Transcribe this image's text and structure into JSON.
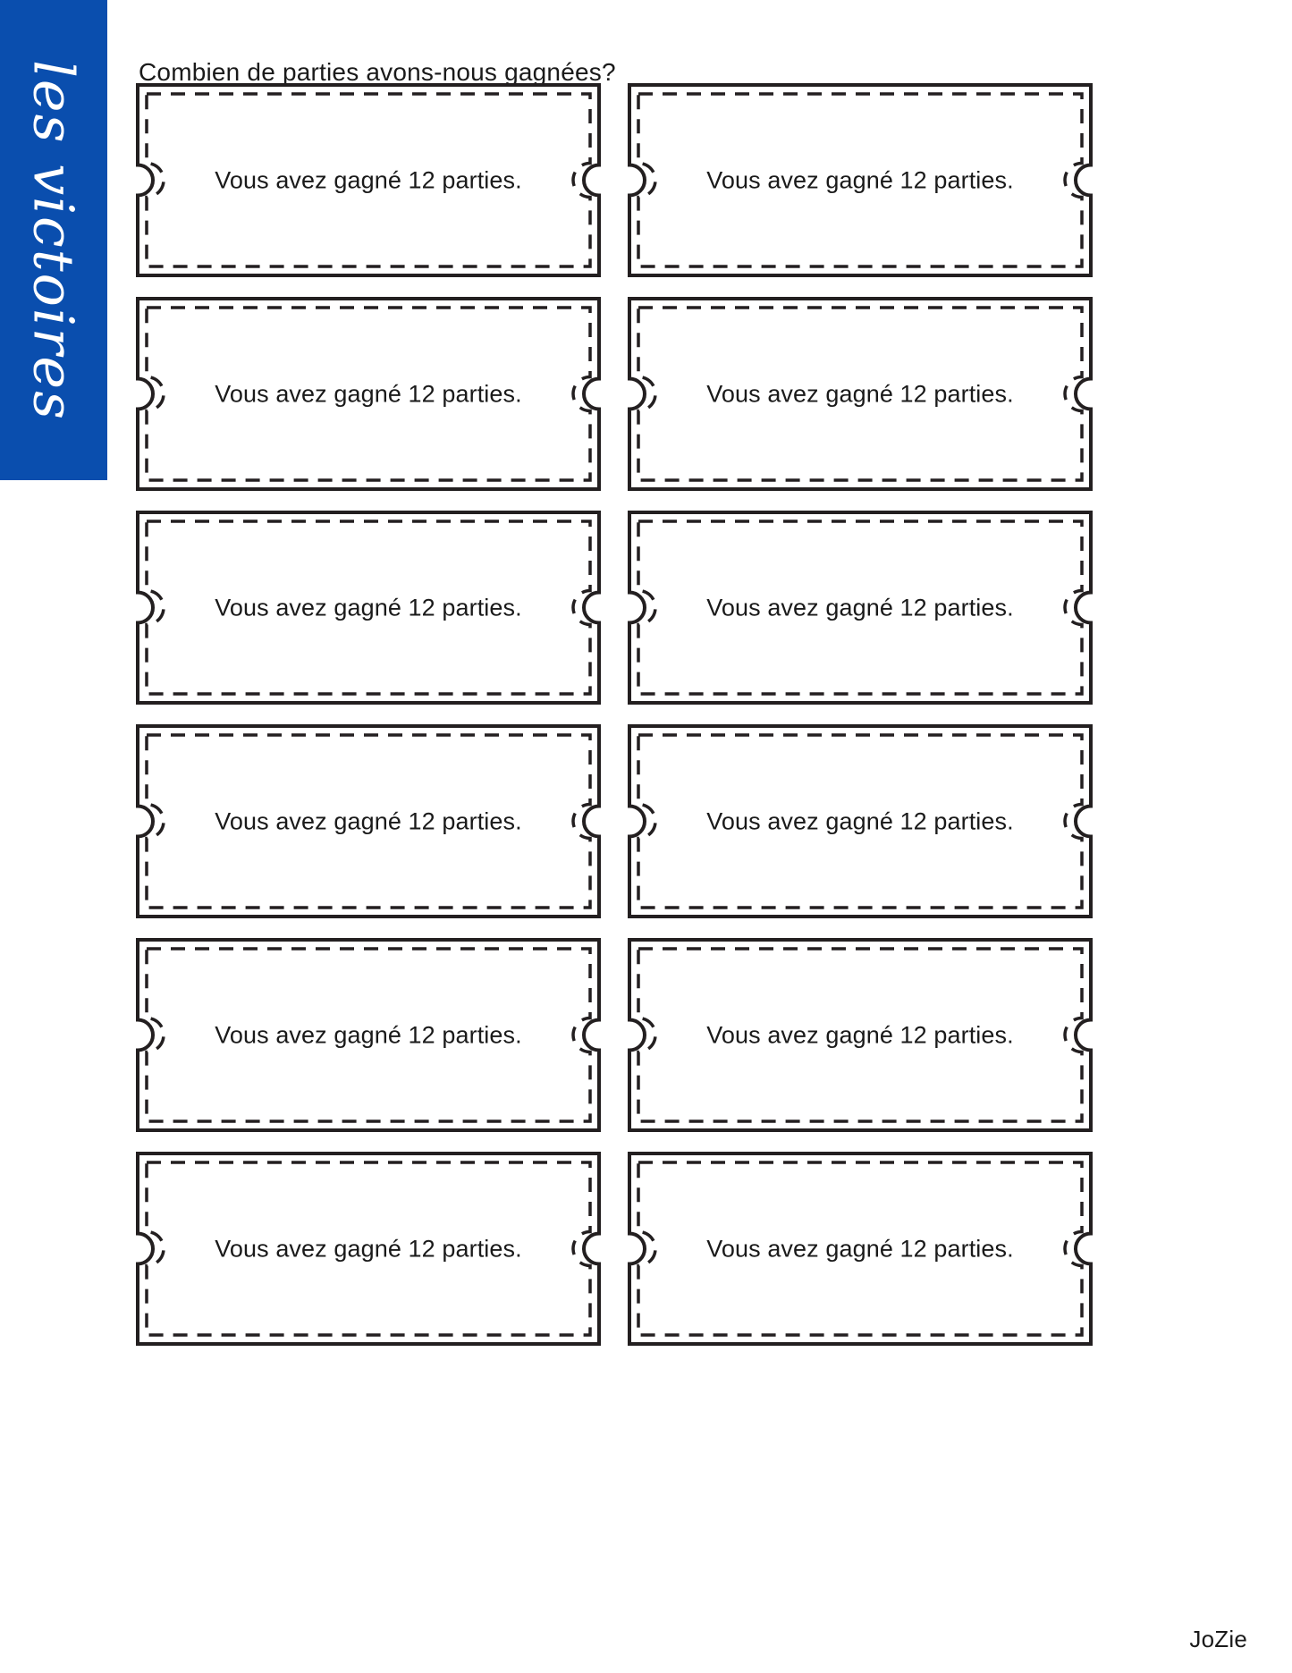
{
  "sidebar": {
    "label": "les victoires",
    "background_color": "#0a4eae",
    "text_color": "#ffffff"
  },
  "header": {
    "title": "Combien de parties avons-nous gagnées?"
  },
  "tickets": {
    "columns": 2,
    "rows": 6,
    "count": 12,
    "items": [
      {
        "text": "Vous avez gagné 12 parties."
      },
      {
        "text": "Vous avez gagné 12 parties."
      },
      {
        "text": "Vous avez gagné 12 parties."
      },
      {
        "text": "Vous avez gagné 12 parties."
      },
      {
        "text": "Vous avez gagné 12 parties."
      },
      {
        "text": "Vous avez gagné 12 parties."
      },
      {
        "text": "Vous avez gagné 12 parties."
      },
      {
        "text": "Vous avez gagné 12 parties."
      },
      {
        "text": "Vous avez gagné 12 parties."
      },
      {
        "text": "Vous avez gagné 12 parties."
      },
      {
        "text": "Vous avez gagné 12 parties."
      },
      {
        "text": "Vous avez gagné 12 parties."
      }
    ]
  },
  "footer": {
    "signature": "JoZie"
  }
}
